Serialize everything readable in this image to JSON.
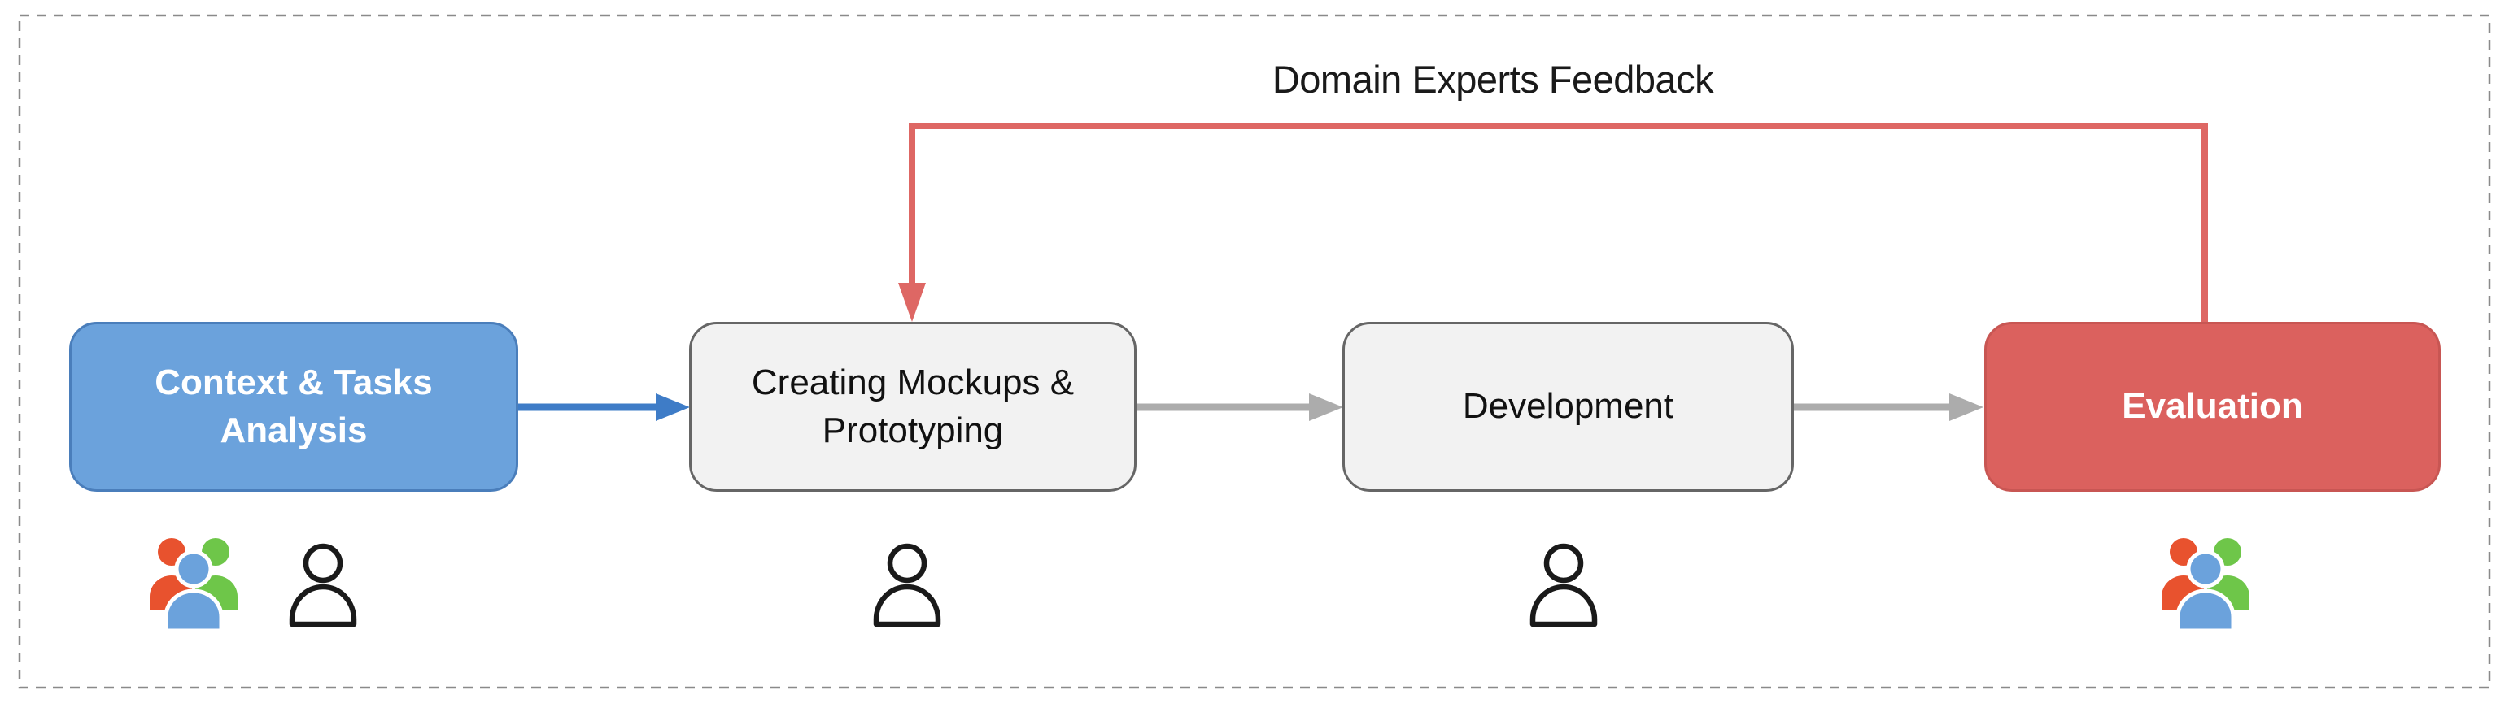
{
  "diagram": {
    "type": "flowchart",
    "feedback_label": "Domain Experts Feedback"
  },
  "nodes": [
    {
      "id": "context-tasks-analysis",
      "label": "Context & Tasks Analysis",
      "lines": [
        "Context & Tasks",
        "Analysis"
      ],
      "fill": "#6BA2DC",
      "border": "#4A7EBB",
      "text_color": "#FFFFFF"
    },
    {
      "id": "creating-mockups-prototyping",
      "label": "Creating Mockups & Prototyping",
      "lines": [
        "Creating Mockups &",
        "Prototyping"
      ],
      "fill": "#F2F2F2",
      "border": "#666666",
      "text_color": "#111111"
    },
    {
      "id": "development",
      "label": "Development",
      "lines": [
        "Development"
      ],
      "fill": "#F2F2F2",
      "border": "#666666",
      "text_color": "#111111"
    },
    {
      "id": "evaluation",
      "label": "Evaluation",
      "lines": [
        "Evaluation"
      ],
      "fill": "#DB615E",
      "border": "#C85653",
      "text_color": "#FFFFFF"
    }
  ],
  "connectors": {
    "flow_blue": "#3E7CC7",
    "flow_gray": "#ACACAC",
    "feedback_red": "#DE6764"
  },
  "icons": {
    "team_group": {
      "back_left": "#E8522E",
      "back_right": "#6EC649",
      "front": "#6BA2DC"
    },
    "person_outline": "#1A1A1A",
    "row": [
      {
        "icon": "team-group-icon",
        "under": "context-tasks-analysis"
      },
      {
        "icon": "person-icon",
        "under": "context-tasks-analysis"
      },
      {
        "icon": "person-icon",
        "under": "creating-mockups-prototyping"
      },
      {
        "icon": "person-icon",
        "under": "development"
      },
      {
        "icon": "team-group-icon",
        "under": "evaluation"
      }
    ]
  },
  "frame": {
    "border_color": "#8A8A8A"
  },
  "title_color": "#1A1A1A"
}
